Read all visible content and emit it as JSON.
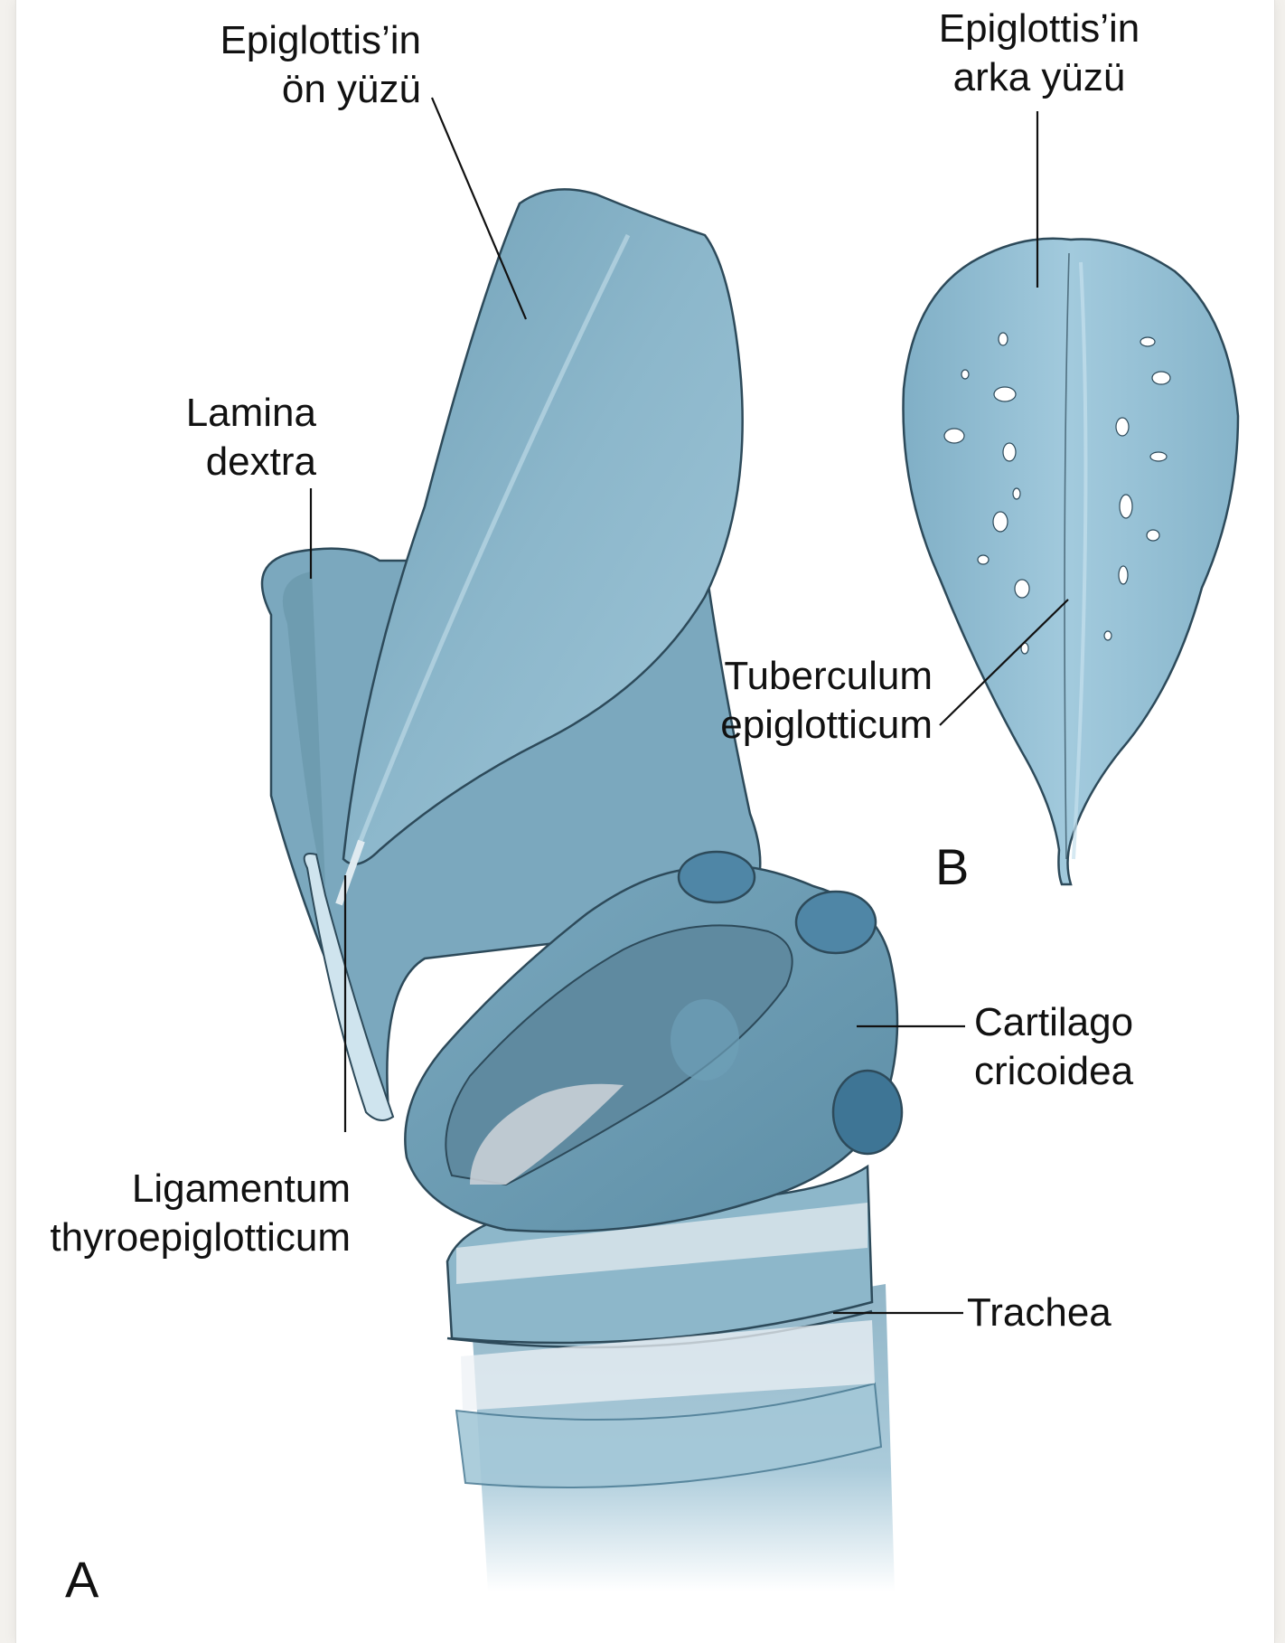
{
  "labels": {
    "epiglottis_front": "Epiglottis’in\nön yüzü",
    "epiglottis_back": "Epiglottis’in\narka yüzü",
    "lamina_dextra": "Lamina\ndextra",
    "tuberculum": "Tuberculum\nepiglotticum",
    "cartilago": "Cartilago\ncricoidea",
    "ligamentum": "Ligamentum\nthyroepiglotticum",
    "trachea": "Trachea"
  },
  "panels": {
    "a": "A",
    "b": "B"
  },
  "colors": {
    "cartilage": "#8fb8cc",
    "cartilage_dark": "#4f7f97",
    "cartilage_light": "#bcd8e6",
    "outline": "#2d4a5a"
  }
}
